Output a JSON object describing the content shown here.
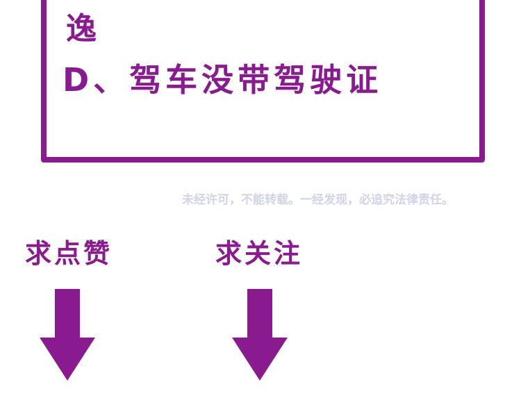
{
  "answer_box": {
    "line1": "逸",
    "option_d": "D、驾车没带驾驶证"
  },
  "watermark": "未经许可，不能转载。一经发现，必追究法律责任。",
  "cta": {
    "like_label": "求点赞",
    "follow_label": "求关注"
  },
  "colors": {
    "accent_purple": "#8a1a8f",
    "watermark_gray": "#d0d4e6",
    "background": "#ffffff"
  },
  "icons": {
    "like_arrow": "down-arrow-icon",
    "follow_arrow": "down-arrow-icon"
  }
}
